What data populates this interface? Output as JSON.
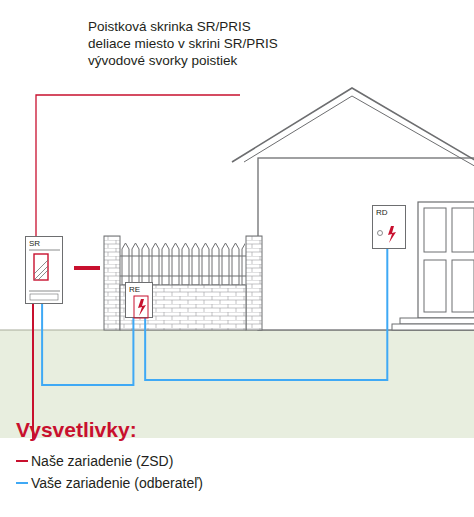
{
  "diagram": {
    "nodes": [
      {
        "text": [
          "SR"
        ]
      },
      {
        "text": [
          "RE"
        ]
      },
      {
        "text": [
          "RD"
        ]
      }
    ],
    "edges": [
      {
        "from": 0,
        "to": 1,
        "arrow": "none"
      },
      {
        "from": 1,
        "to": 2,
        "arrow": "none"
      }
    ],
    "labels": [
      "Poistková skrinka SR/PRIS",
      "deliace miesto v skrini SR/PRIS",
      "vývodové svorky poistiek",
      "Vysvetlivky:"
    ],
    "legend": [
      {
        "text": "Naše zariadenie (ZSD)"
      },
      {
        "text": "Vaše zariadenie (odberateľ)"
      }
    ]
  }
}
